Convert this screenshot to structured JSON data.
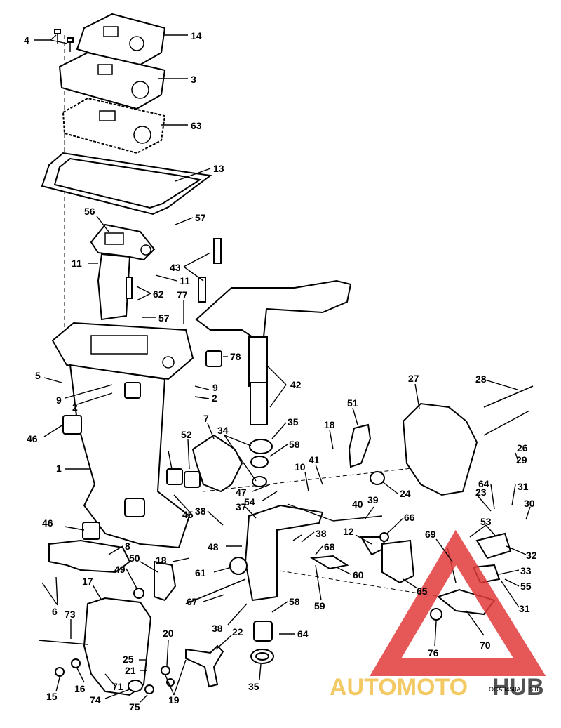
{
  "figure_code": "OCA0458A",
  "figure_rev": "5 85",
  "watermark": {
    "left": "AUTOMOTO",
    "right": "HUB",
    "color_left": "#f2c04a",
    "color_right": "#333333",
    "triangle_color": "#e23b3b"
  },
  "callouts": [
    "4",
    "14",
    "3",
    "63",
    "13",
    "56",
    "57",
    "11",
    "43",
    "11",
    "62",
    "77",
    "57",
    "78",
    "5",
    "9",
    "2",
    "9",
    "2",
    "42",
    "27",
    "28",
    "46",
    "52",
    "7",
    "34",
    "35",
    "58",
    "51",
    "18",
    "10",
    "41",
    "1",
    "47",
    "54",
    "24",
    "26",
    "29",
    "64",
    "31",
    "23",
    "30",
    "46",
    "45",
    "38",
    "37",
    "40",
    "39",
    "66",
    "12",
    "53",
    "32",
    "8",
    "38",
    "48",
    "68",
    "69",
    "33",
    "49",
    "50",
    "18",
    "61",
    "60",
    "55",
    "65",
    "6",
    "67",
    "59",
    "31",
    "17",
    "58",
    "38",
    "22",
    "64",
    "73",
    "20",
    "25",
    "21",
    "70",
    "76",
    "16",
    "71",
    "19",
    "15",
    "74",
    "75",
    "35"
  ]
}
